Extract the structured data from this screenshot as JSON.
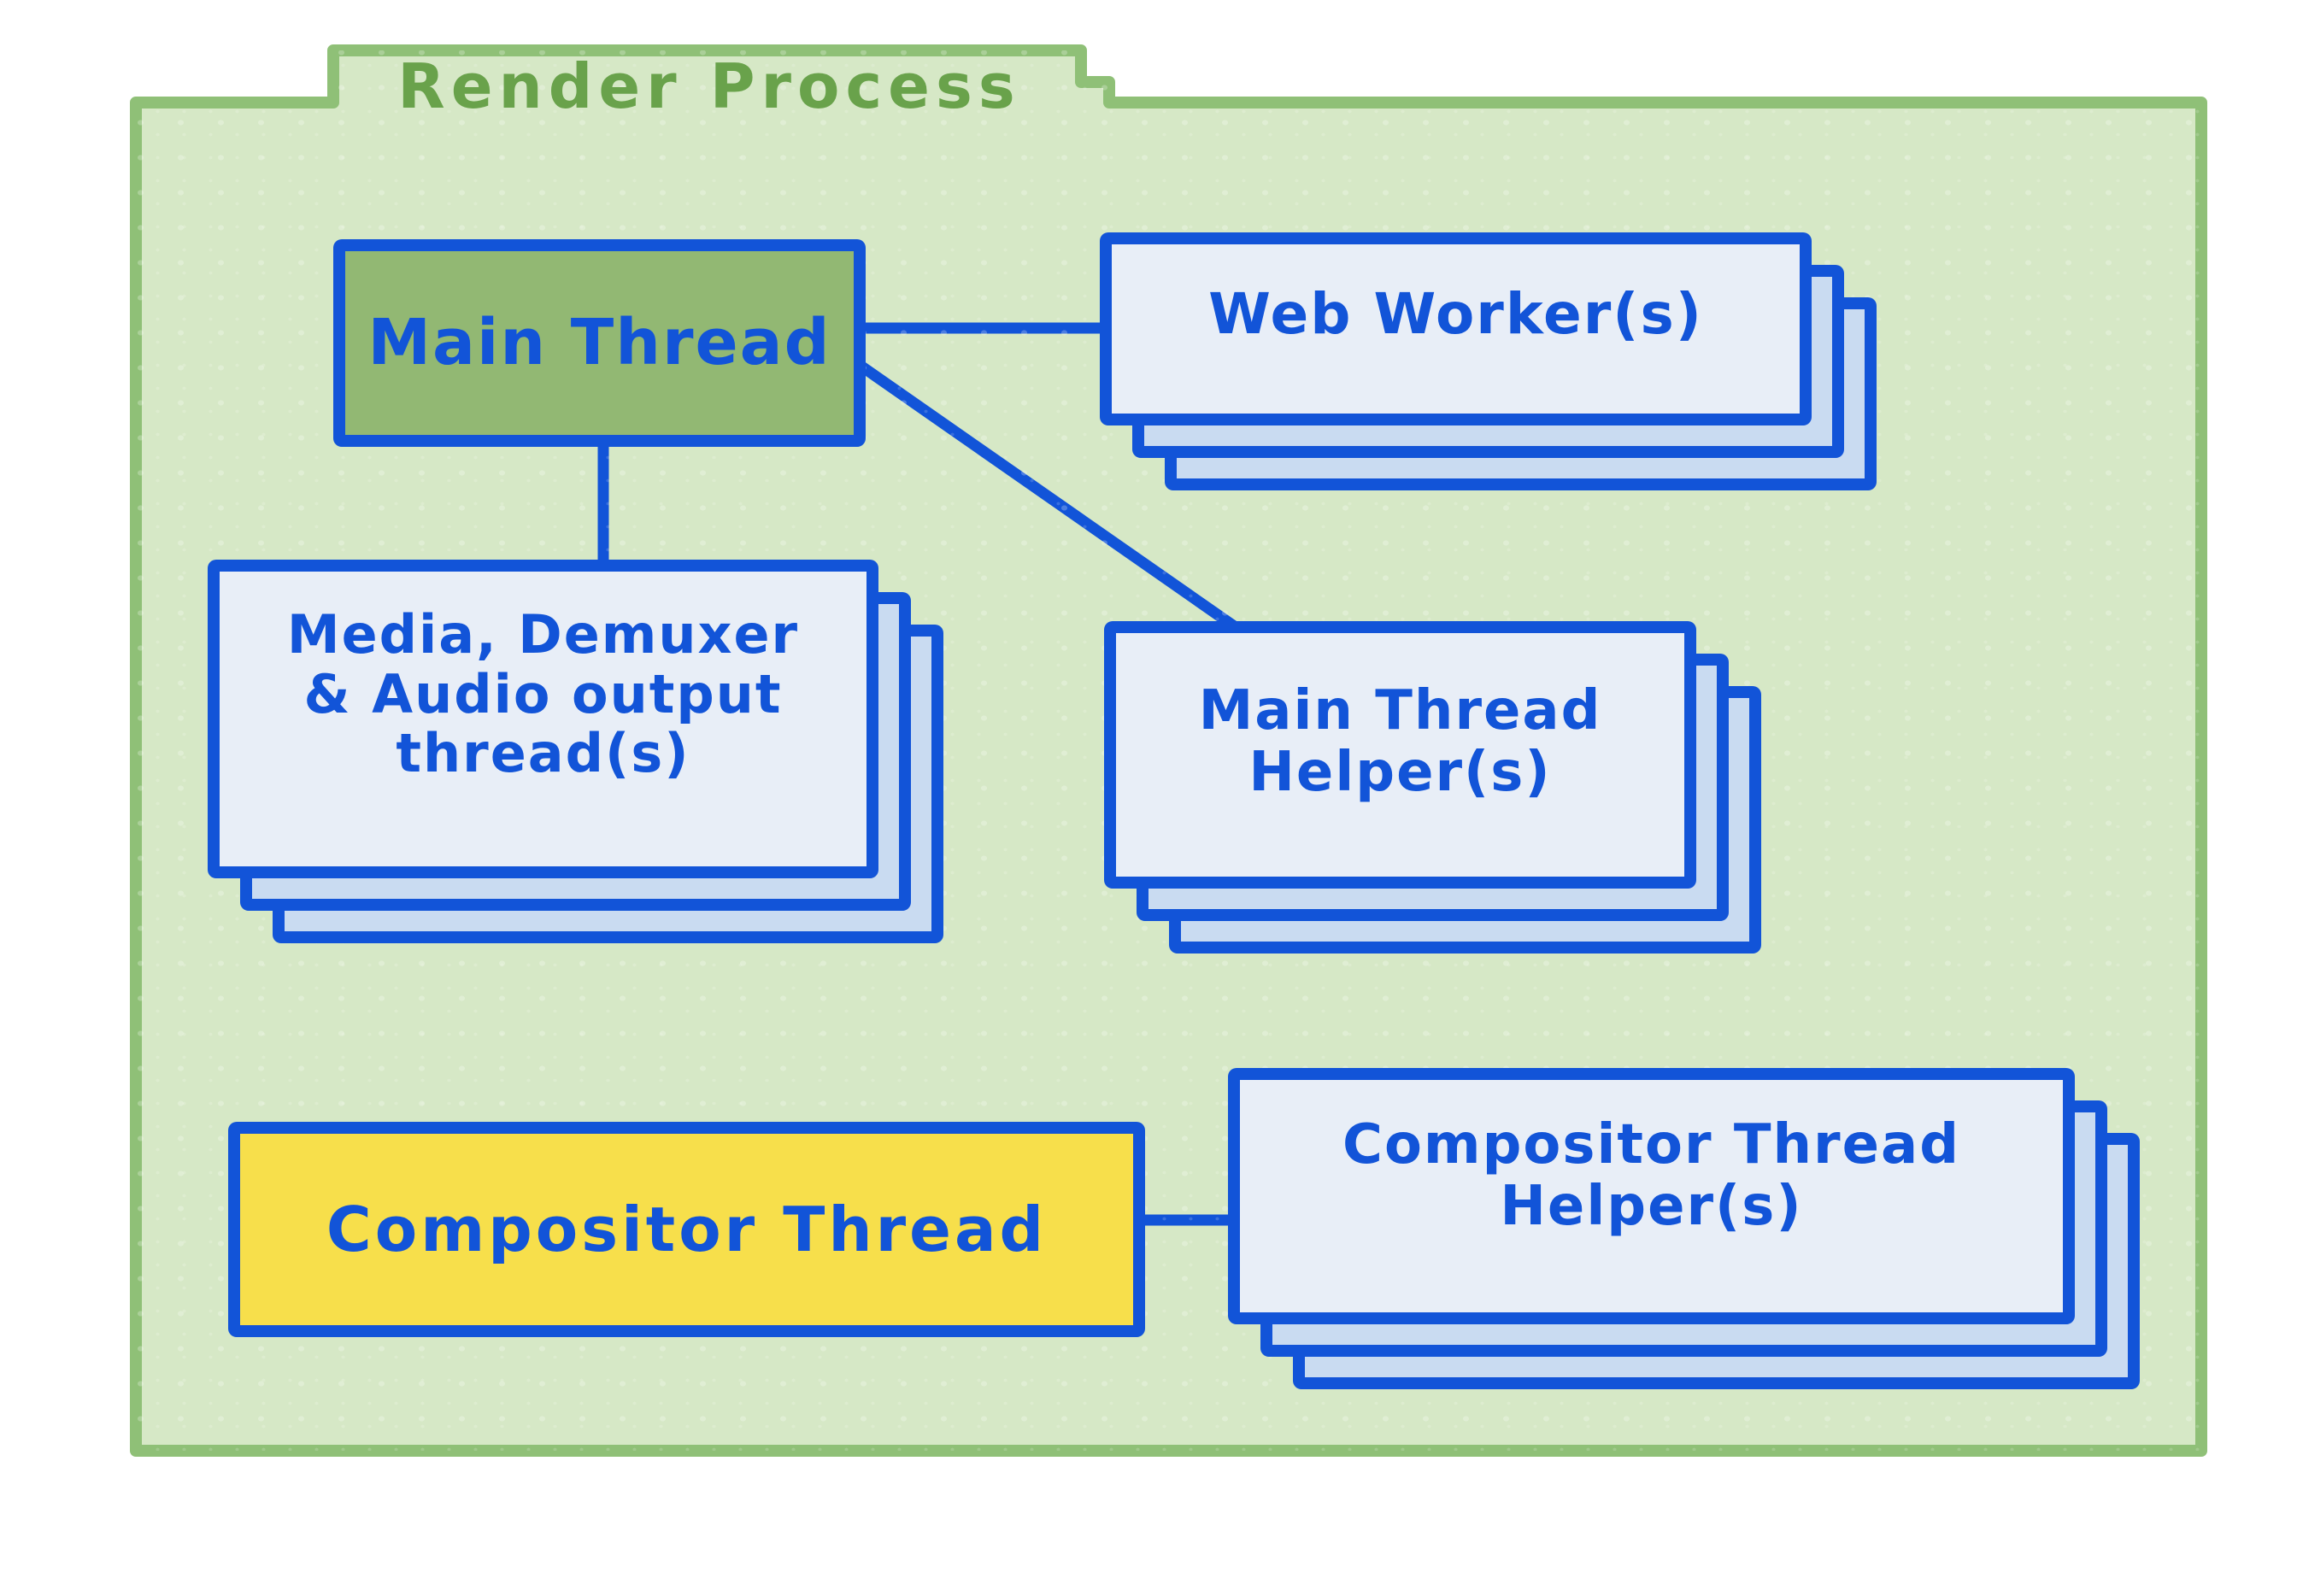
{
  "diagram": {
    "title": "Render Process",
    "nodes": [
      {
        "id": "main-thread",
        "label": "Main Thread",
        "lines": [
          "Main Thread"
        ],
        "style": "single-green"
      },
      {
        "id": "web-workers",
        "label": "Web Worker(s)",
        "lines": [
          "Web Worker(s)"
        ],
        "style": "stack"
      },
      {
        "id": "media-threads",
        "label": "Media, Demuxer & Audio output thread(s)",
        "lines": [
          "Media, Demuxer",
          "& Audio output",
          "thread(s)"
        ],
        "style": "stack"
      },
      {
        "id": "main-thread-helpers",
        "label": "Main Thread Helper(s)",
        "lines": [
          "Main Thread",
          "Helper(s)"
        ],
        "style": "stack"
      },
      {
        "id": "compositor-thread",
        "label": "Compositor Thread",
        "lines": [
          "Compositor Thread"
        ],
        "style": "single-yellow"
      },
      {
        "id": "compositor-thread-helpers",
        "label": "Compositor Thread Helper(s)",
        "lines": [
          "Compositor Thread",
          "Helper(s)"
        ],
        "style": "stack"
      }
    ],
    "edges": [
      {
        "from": "main-thread",
        "to": "web-workers"
      },
      {
        "from": "main-thread",
        "to": "media-threads"
      },
      {
        "from": "main-thread",
        "to": "main-thread-helpers"
      },
      {
        "from": "compositor-thread",
        "to": "compositor-thread-helpers"
      }
    ],
    "colors": {
      "frame_green": "#8fc077",
      "frame_fill_green": "#d6e8c6",
      "title_green": "#69a24b",
      "connector_blue": "#1254d8",
      "node_green": "#92b873",
      "node_yellow": "#f7df4b",
      "card_front": "#e8eef7",
      "card_back": "#c9dbf1",
      "text_blue": "#1254d8"
    }
  }
}
